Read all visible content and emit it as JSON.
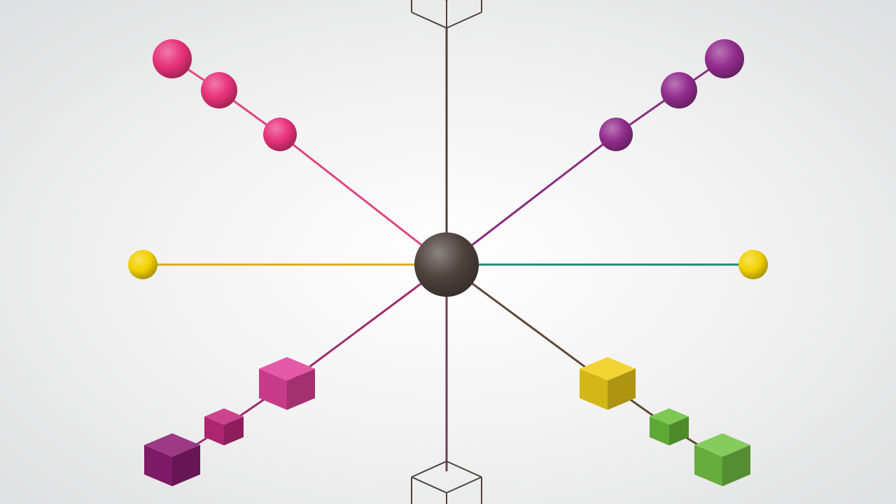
{
  "diagram": {
    "hub": {
      "color": "#4e423c"
    },
    "branches": [
      {
        "id": "upper-left",
        "line_color": "#e0457f",
        "nodes": [
          {
            "shape": "sphere",
            "color": "#e8327a"
          },
          {
            "shape": "sphere",
            "color": "#e8327a"
          },
          {
            "shape": "sphere",
            "color": "#e8327a"
          }
        ]
      },
      {
        "id": "upper-right",
        "line_color": "#8a2d7e",
        "nodes": [
          {
            "shape": "sphere",
            "color": "#932d8e"
          },
          {
            "shape": "sphere",
            "color": "#932d8e"
          },
          {
            "shape": "sphere",
            "color": "#932d8e"
          }
        ]
      },
      {
        "id": "left",
        "line_color": "#d6ac1c",
        "nodes": [
          {
            "shape": "sphere",
            "color": "#f2d100"
          }
        ]
      },
      {
        "id": "right",
        "line_color": "#1f8a74",
        "nodes": [
          {
            "shape": "sphere",
            "color": "#f2d100"
          }
        ]
      },
      {
        "id": "top",
        "line_color": "#4e423c",
        "nodes": [
          {
            "shape": "wire-cube",
            "color": "#4e423c"
          }
        ]
      },
      {
        "id": "bottom",
        "line_color": "#6b3f52",
        "nodes": [
          {
            "shape": "wire-cube",
            "color": "#4e423c"
          }
        ]
      },
      {
        "id": "lower-left",
        "line_color": "#a02a6b",
        "nodes": [
          {
            "shape": "cube",
            "color": "#e2439a"
          },
          {
            "shape": "cube",
            "color": "#c42a7e"
          },
          {
            "shape": "cube",
            "color": "#8e1f74"
          }
        ]
      },
      {
        "id": "lower-right",
        "line_color": "#5e4a36",
        "nodes": [
          {
            "shape": "cube",
            "color": "#f0cf1a"
          },
          {
            "shape": "cube",
            "color": "#6cbf3c"
          },
          {
            "shape": "cube",
            "color": "#74c447"
          }
        ]
      }
    ]
  }
}
